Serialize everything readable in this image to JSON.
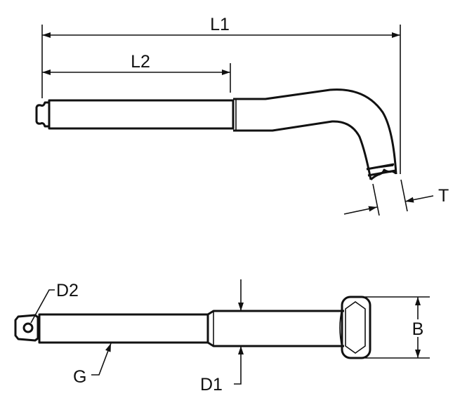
{
  "diagram": {
    "title": "Bent extension wrench dimensional drawing",
    "labels": {
      "overall_length": "L1",
      "straight_length": "L2",
      "tip_thickness": "T",
      "drive_hole_diameter": "D2",
      "shaft_diameter": "D1",
      "head_width": "B",
      "drive_shaft": "G"
    }
  }
}
